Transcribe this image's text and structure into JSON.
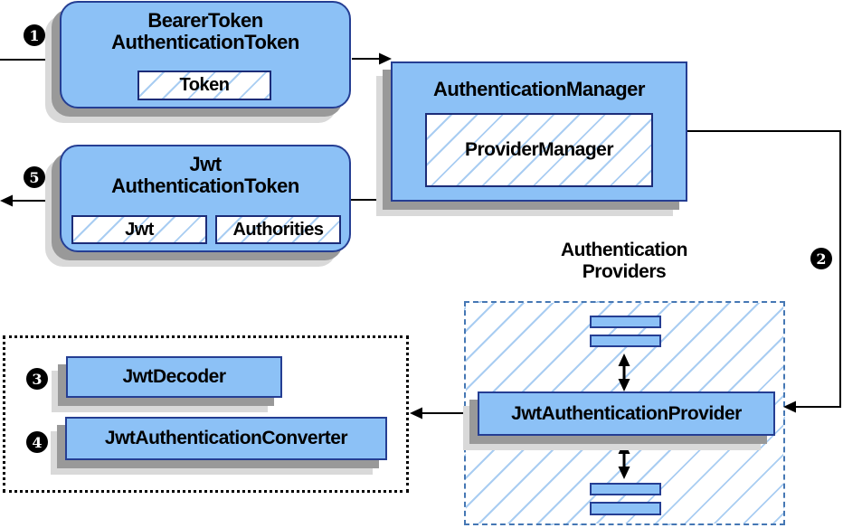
{
  "colors": {
    "box_fill": "#8cc1f6",
    "box_border": "#253e93",
    "subbox_border": "#1c2c78",
    "hatch": "#a9cdf2",
    "dashed_border": "#4577b4",
    "dotted_border": "#000000",
    "shadow_dark": "#999999",
    "shadow_light": "#d9d9d9",
    "line": "#000000",
    "badge_bg": "#000000",
    "badge_fg": "#ffffff"
  },
  "badges": {
    "one": "1",
    "two": "2",
    "three": "3",
    "four": "4",
    "five": "5"
  },
  "bearer_box": {
    "title1": "BearerToken",
    "title2": "AuthenticationToken",
    "token": "Token"
  },
  "manager_box": {
    "title": "AuthenticationManager",
    "provider": "ProviderManager"
  },
  "jwt_box": {
    "title1": "Jwt",
    "title2": "AuthenticationToken",
    "jwt": "Jwt",
    "authorities": "Authorities"
  },
  "providers": {
    "caption1": "Authentication",
    "caption2": "Providers",
    "provider_label": "JwtAuthenticationProvider"
  },
  "decoders": {
    "decoder": "JwtDecoder",
    "converter": "JwtAuthenticationConverter"
  }
}
